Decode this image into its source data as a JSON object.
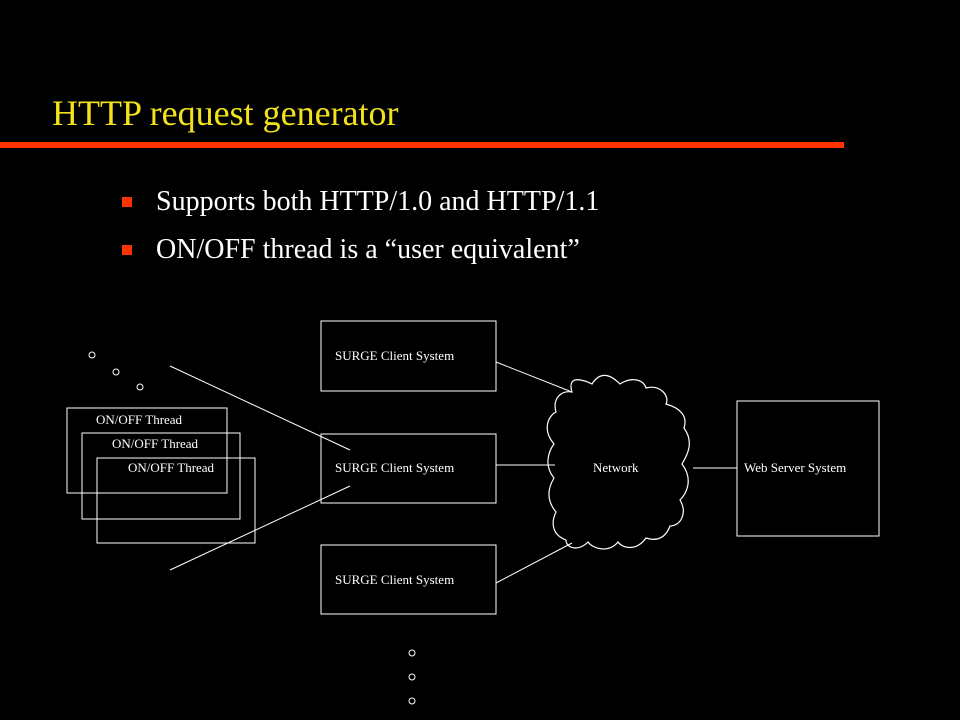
{
  "slide": {
    "title": "HTTP request generator",
    "bullets": [
      "Supports both HTTP/1.0 and HTTP/1.1",
      "ON/OFF thread is a “user equivalent”"
    ]
  },
  "diagram": {
    "threads": [
      "ON/OFF Thread",
      "ON/OFF Thread",
      "ON/OFF Thread"
    ],
    "clients": [
      "SURGE Client System",
      "SURGE Client System",
      "SURGE Client System"
    ],
    "network": "Network",
    "server": "Web Server System"
  },
  "colors": {
    "background": "#000000",
    "title": "#f2e21b",
    "accent": "#ff3300",
    "text": "#ffffff"
  }
}
